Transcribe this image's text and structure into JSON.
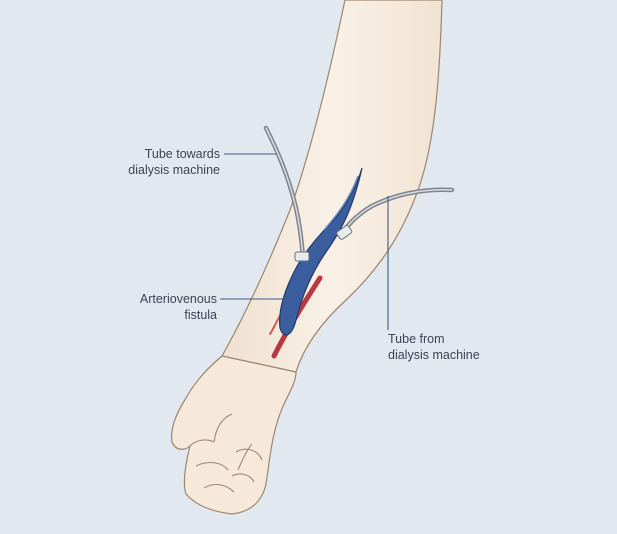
{
  "labels": {
    "tube_towards": {
      "line1": "Tube towards",
      "line2": "dialysis machine"
    },
    "fistula": {
      "line1": "Arteriovenous",
      "line2": "fistula"
    },
    "tube_from": {
      "line1": "Tube from",
      "line2": "dialysis machine"
    }
  },
  "colors": {
    "background": "#e2e8f0",
    "skin": "#f7ecdf",
    "skin_outline": "#9c8670",
    "vein": "#2f5391",
    "artery": "#b3242e",
    "tube": "#8e949b",
    "leader_line": "#3e5c86"
  }
}
